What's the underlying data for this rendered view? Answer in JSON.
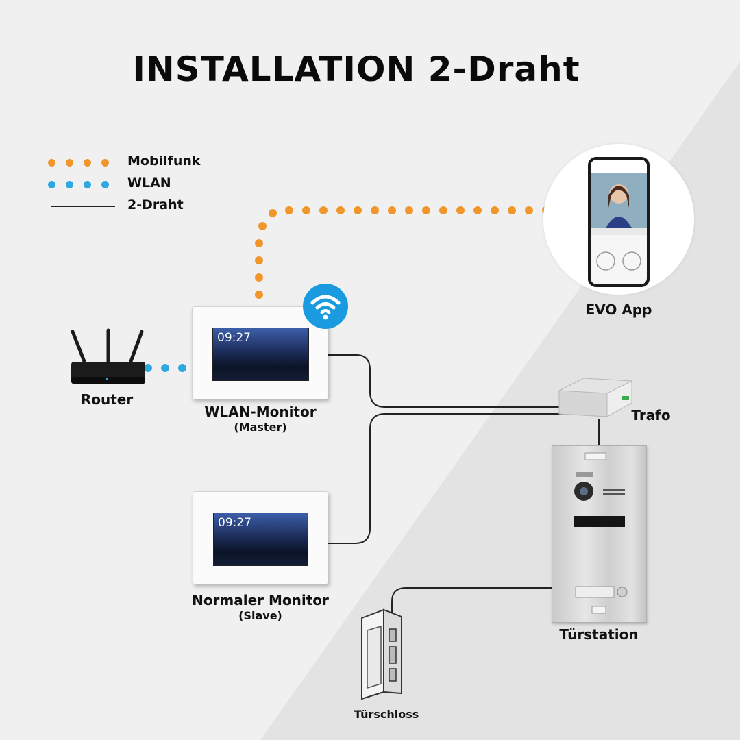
{
  "title": "INSTALLATION  2-Draht",
  "legend": [
    {
      "label": "Mobilfunk",
      "style": "dots",
      "color": "#f0962a"
    },
    {
      "label": "WLAN",
      "style": "dots",
      "color": "#2ea8e0"
    },
    {
      "label": "2-Draht",
      "style": "line",
      "color": "#222222"
    }
  ],
  "devices": {
    "router": {
      "label": "Router",
      "icon": "router-icon"
    },
    "wlan_monitor": {
      "label": "WLAN-Monitor",
      "sublabel": "(Master)",
      "clock": "09:27",
      "icon": "wifi-icon"
    },
    "normal_monitor": {
      "label": "Normaler Monitor",
      "sublabel": "(Slave)",
      "clock": "09:27"
    },
    "app": {
      "label": "EVO App",
      "icon": "smartphone-icon"
    },
    "trafo": {
      "label": "Trafo",
      "icon": "transformer-icon"
    },
    "door_station": {
      "label": "Türstation",
      "icon": "door-station-icon"
    },
    "door_lock": {
      "label": "Türschloss",
      "icon": "door-lock-icon"
    }
  },
  "connections": [
    {
      "from": "router",
      "to": "wlan_monitor",
      "type": "WLAN"
    },
    {
      "from": "wlan_monitor",
      "to": "app",
      "type": "Mobilfunk"
    },
    {
      "from": "wlan_monitor",
      "to": "trafo",
      "type": "2-Draht"
    },
    {
      "from": "normal_monitor",
      "to": "trafo",
      "type": "2-Draht"
    },
    {
      "from": "trafo",
      "to": "door_station",
      "type": "2-Draht"
    },
    {
      "from": "door_station",
      "to": "door_lock",
      "type": "2-Draht"
    }
  ],
  "colors": {
    "mobilfunk": "#f0962a",
    "wlan": "#2ea8e0",
    "wire": "#222222",
    "wifi_badge": "#1a9be0"
  }
}
